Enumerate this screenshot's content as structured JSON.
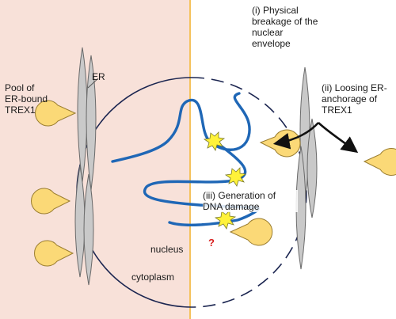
{
  "labels": {
    "pool": "Pool of\nER-bound\nTREX1",
    "er": "ER",
    "step_i": "(i) Physical\nbreakage of the\nnuclear\nenvelope",
    "step_ii": "(ii) Loosing ER-\nanchorage of\nTREX1",
    "step_iii": "(iii) Generation of\nDNA damage",
    "nucleus": "nucleus",
    "cytoplasm": "cytoplasm",
    "question_mark": "?"
  },
  "colors": {
    "left_background": "#f8e1d9",
    "divider": "#f5c25c",
    "er_fill": "#c9c9c9",
    "er_stroke": "#6a6a6a",
    "trex1_fill": "#fbd977",
    "trex1_stroke": "#9a7d30",
    "nucleus_outline": "#1b2550",
    "dna_strand": "#1f67b6",
    "damage_burst": "#fff23a",
    "arrow": "#111111",
    "question_mark": "#d8201f"
  }
}
